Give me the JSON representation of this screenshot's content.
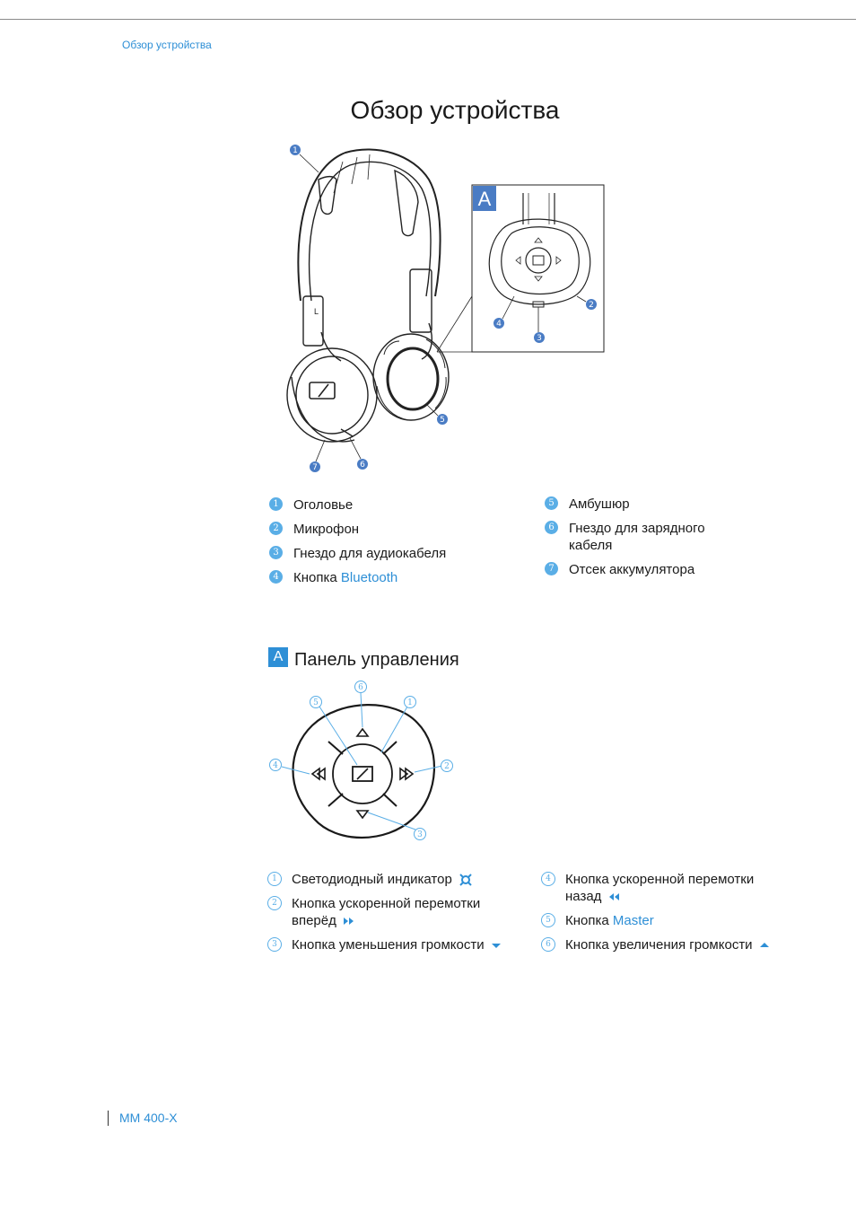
{
  "header": {
    "breadcrumb": "Обзор устройства"
  },
  "page_title": "Обзор устройства",
  "figure_inset_label": "A",
  "callouts_top": [
    "1",
    "2",
    "3",
    "4",
    "5",
    "6",
    "7"
  ],
  "parts_left": [
    {
      "num": "1",
      "text": "Оголовье",
      "highlight": ""
    },
    {
      "num": "2",
      "text": "Микрофон",
      "highlight": ""
    },
    {
      "num": "3",
      "text": "Гнездо для аудиокабеля",
      "highlight": ""
    },
    {
      "num": "4",
      "text": "Кнопка ",
      "highlight": "Bluetooth"
    }
  ],
  "parts_right": [
    {
      "num": "5",
      "text": "Амбушюр"
    },
    {
      "num": "6",
      "text": "Гнездо для зарядного кабеля"
    },
    {
      "num": "7",
      "text": "Отсек аккумулятора"
    }
  ],
  "section": {
    "badge": "A",
    "title": "Панель управления"
  },
  "panel_callouts": [
    "1",
    "2",
    "3",
    "4",
    "5",
    "6"
  ],
  "controls_left": [
    {
      "num": "1",
      "text": "Светодиодный индикатор",
      "icon": "led-indicator-icon"
    },
    {
      "num": "2",
      "text": "Кнопка ускоренной перемотки вперёд",
      "icon": "fast-forward-icon"
    },
    {
      "num": "3",
      "text": "Кнопка уменьшения громкости",
      "icon": "volume-down-icon"
    }
  ],
  "controls_right": [
    {
      "num": "4",
      "text": "Кнопка ускоренной перемотки назад",
      "icon": "rewind-icon"
    },
    {
      "num": "5",
      "text": "Кнопка ",
      "highlight": "Master"
    },
    {
      "num": "6",
      "text": "Кнопка увеличения громкости",
      "icon": "volume-up-icon"
    }
  ],
  "footer": {
    "model": "MM 400-X"
  },
  "colors": {
    "accent": "#2e8fd6",
    "callout": "#5aaee6",
    "callout_dark": "#4a7cc4"
  }
}
